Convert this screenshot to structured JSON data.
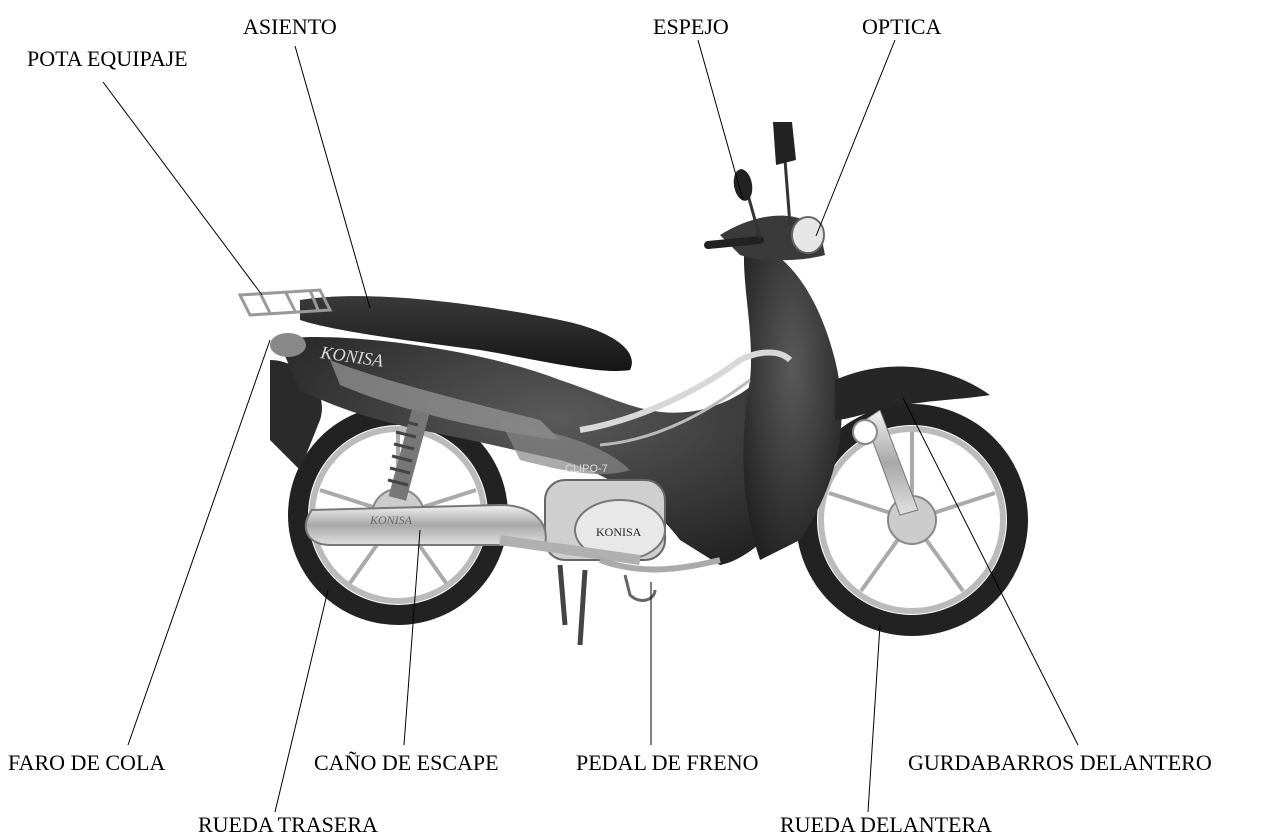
{
  "labels": {
    "asiento": "ASIENTO",
    "pota_equipaje": "POTA EQUIPAJE",
    "espejo": "ESPEJO",
    "optica": "OPTICA",
    "faro_de_cola": "FARO DE COLA",
    "cano_de_escape": "CAÑO DE ESCAPE",
    "pedal_de_freno": "PEDAL DE FRENO",
    "gurdabarros_delantero": "GURDABARROS DELANTERO",
    "rueda_trasera": "RUEDA TRASERA",
    "rueda_delantera": "RUEDA DELANTERA"
  },
  "decals": {
    "brand_tank": "KONISA",
    "model": "CLIPO-7",
    "engine_brand": "KONISA",
    "exhaust_brand": "KONISA"
  }
}
